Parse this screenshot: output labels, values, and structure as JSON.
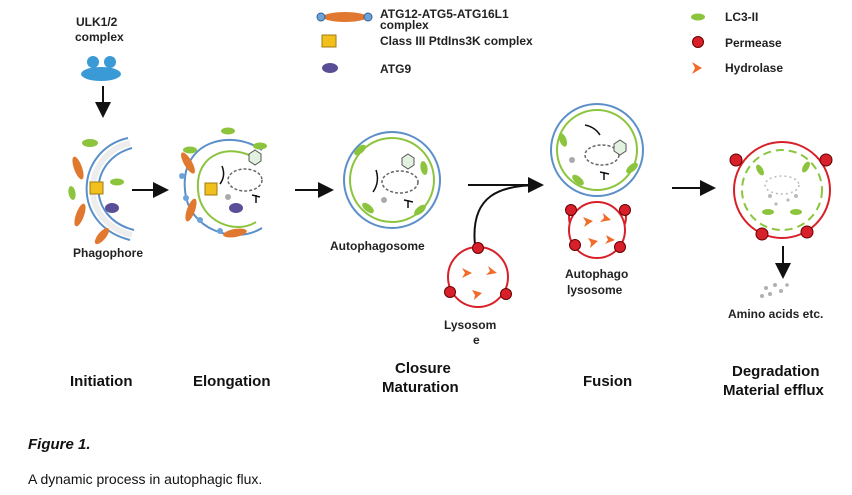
{
  "legend": {
    "items": [
      {
        "label": "ATG12-ATG5-ATG16L1 complex",
        "icon": "atg12-complex-icon"
      },
      {
        "label": "Class III PtdIns3K complex",
        "icon": "class3-square-icon"
      },
      {
        "label": "ATG9",
        "icon": "atg9-ellipse-icon"
      },
      {
        "label": "LC3-II",
        "icon": "lc3-leaf-icon"
      },
      {
        "label": "Permease",
        "icon": "permease-dot-icon"
      },
      {
        "label": "Hydrolase",
        "icon": "hydrolase-chevron-icon"
      }
    ]
  },
  "labels": {
    "ulk_line1": "ULK1/2",
    "ulk_line2": "complex",
    "phagophore": "Phagophore",
    "autophagosome": "Autophagosome",
    "lysosome_line1": "Lysosom",
    "lysosome_line2": "e",
    "autolysosome_line1": "Autophago",
    "autolysosome_line2": "lysosome",
    "amino_acids": "Amino acids etc."
  },
  "stages": {
    "initiation": "Initiation",
    "elongation": "Elongation",
    "closure_line1": "Closure",
    "closure_line2": "Maturation",
    "fusion": "Fusion",
    "degradation_line1": "Degradation",
    "degradation_line2": "Material efflux"
  },
  "caption": {
    "title": "Figure 1.",
    "text": "A dynamic process in autophagic flux."
  },
  "colors": {
    "membrane_green": "#8cc43e",
    "membrane_blue": "#5b8fc9",
    "atg12_orange": "#e07830",
    "class3_yellow": "#f2c01c",
    "atg9_purple": "#5a4f96",
    "permease_red": "#d8202a",
    "hydrolase_orange": "#ef6c2a",
    "ulk_blue": "#3a9ad6"
  }
}
